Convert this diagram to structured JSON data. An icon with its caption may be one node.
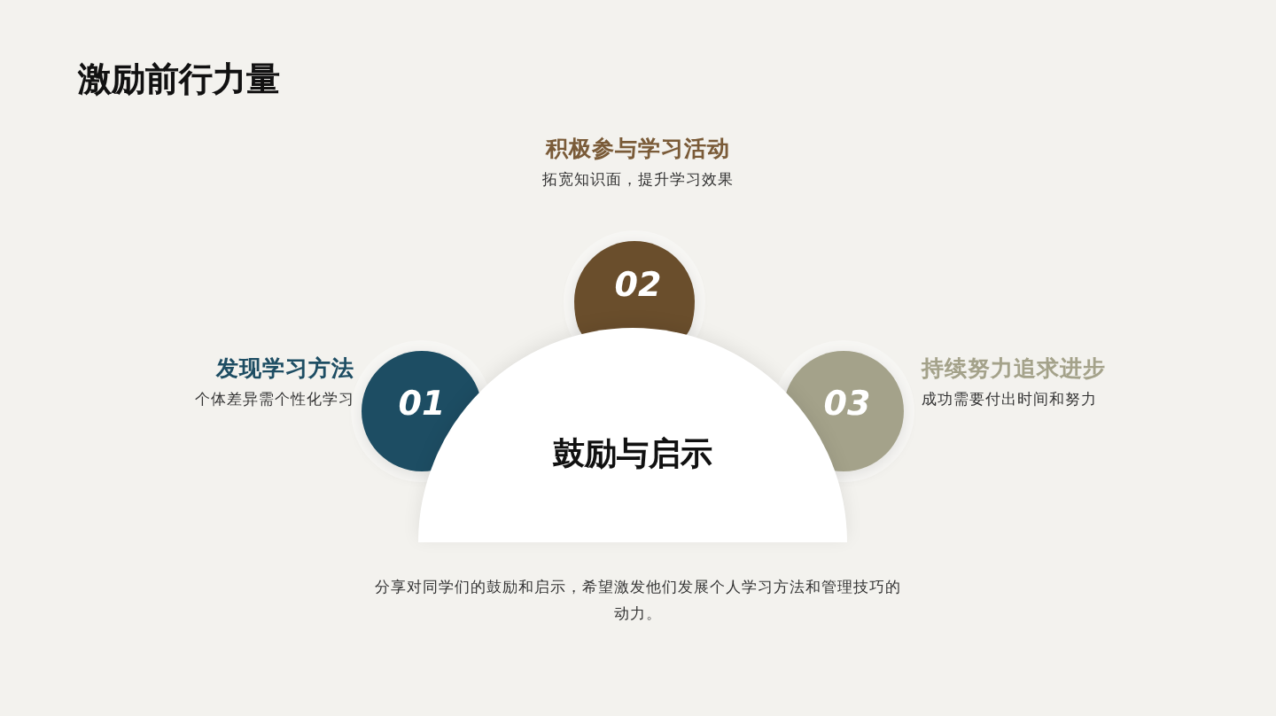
{
  "diagram": {
    "title": "激励前行力量",
    "nodes": [
      {
        "text": [
          "01"
        ],
        "beside": [
          "发现学习方法",
          "个体差异需个性化学习"
        ]
      },
      {
        "text": [
          "02"
        ],
        "beside": [
          "积极参与学习活动",
          "拓宽知识面，提升学习效果"
        ]
      },
      {
        "text": [
          "03"
        ],
        "beside": [
          "持续努力追求进步",
          "成功需要付出时间和努力"
        ]
      },
      {
        "text": [
          "鼓励与启示"
        ]
      }
    ],
    "caption": "分享对同学们的鼓励和启示，希望激发他们发展个人学习方法和管理技巧的动力。"
  }
}
